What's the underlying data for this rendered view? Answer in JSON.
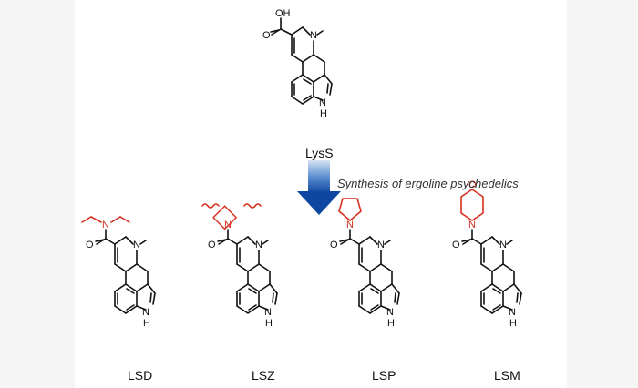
{
  "caption": "Synthesis of ergoline psychedelics",
  "molecules": [
    {
      "id": "lyss",
      "label": "LysS"
    },
    {
      "id": "lsd",
      "label": "LSD"
    },
    {
      "id": "lsz",
      "label": "LSZ"
    },
    {
      "id": "lsp",
      "label": "LSP"
    },
    {
      "id": "lsm",
      "label": "LSM"
    }
  ],
  "atoms": {
    "oh": "OH",
    "o": "O",
    "n": "N",
    "nh": "NH",
    "h": "H"
  },
  "colors": {
    "accent": "#d7301f",
    "arrow_top": "#b9cfe8",
    "arrow_bottom": "#0d47a1"
  }
}
